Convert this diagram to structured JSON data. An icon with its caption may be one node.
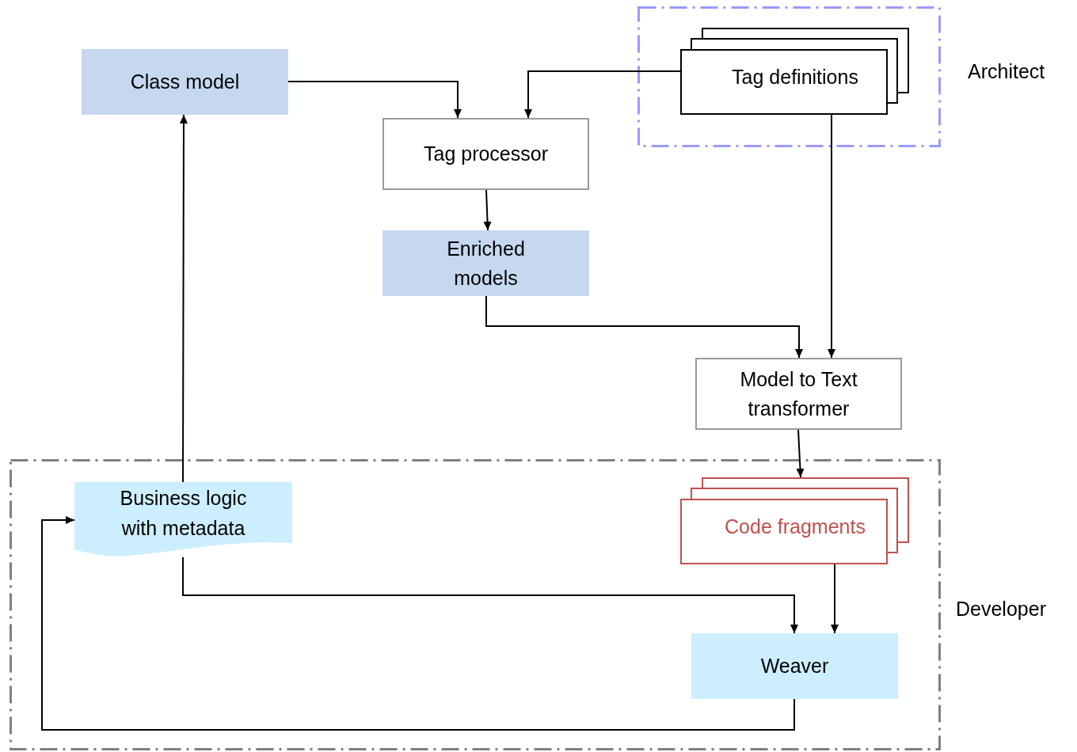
{
  "diagram": {
    "nodes": [
      {
        "text": [
          "Architect"
        ]
      },
      {
        "text": [
          "Tag definitions"
        ],
        "in": 0
      },
      {
        "text": [
          "Class model"
        ]
      },
      {
        "text": [
          "Tag processor"
        ]
      },
      {
        "text": [
          "Enriched models"
        ]
      },
      {
        "text": [
          "Model to Text transformer"
        ]
      },
      {
        "text": [
          "Developer"
        ]
      },
      {
        "text": [
          "Business logic with metadata"
        ],
        "in": 6
      },
      {
        "text": [
          "Code fragments"
        ],
        "in": 6
      },
      {
        "text": [
          "Weaver"
        ],
        "in": 6
      }
    ],
    "edges": [
      {
        "from": 2,
        "to": 3,
        "arrow": "to"
      },
      {
        "from": 1,
        "to": 3,
        "arrow": "to"
      },
      {
        "from": 3,
        "to": 4,
        "arrow": "to"
      },
      {
        "from": 4,
        "to": 5,
        "arrow": "to"
      },
      {
        "from": 1,
        "to": 5,
        "arrow": "to"
      },
      {
        "from": 5,
        "to": 8,
        "arrow": "to"
      },
      {
        "from": 7,
        "to": 2,
        "arrow": "to"
      },
      {
        "from": 7,
        "to": 9,
        "arrow": "to"
      },
      {
        "from": 8,
        "to": 9,
        "arrow": "to"
      },
      {
        "from": 9,
        "to": 7,
        "arrow": "to"
      }
    ]
  }
}
